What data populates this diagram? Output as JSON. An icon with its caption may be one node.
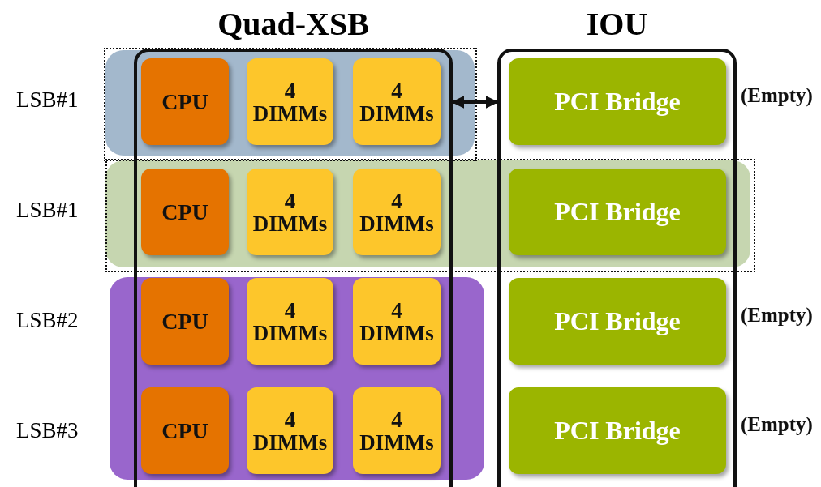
{
  "diagram": {
    "nodes": [
      {
        "text": [
          "Quad-XSB"
        ]
      },
      {
        "text": [
          "IOU"
        ]
      },
      {
        "text": [
          "CPU"
        ],
        "in": 0
      },
      {
        "text": [
          "4 DIMMs"
        ],
        "in": 0
      },
      {
        "text": [
          "4 DIMMs"
        ],
        "in": 0
      },
      {
        "text": [
          "PCI Bridge"
        ],
        "in": 1,
        "beside": [
          "(Empty)"
        ]
      },
      {
        "text": [
          "CPU"
        ],
        "in": 0
      },
      {
        "text": [
          "4 DIMMs"
        ],
        "in": 0
      },
      {
        "text": [
          "4 DIMMs"
        ],
        "in": 0
      },
      {
        "text": [
          "PCI Bridge"
        ],
        "in": 1
      },
      {
        "text": [
          "CPU"
        ],
        "in": 0
      },
      {
        "text": [
          "4 DIMMs"
        ],
        "in": 0
      },
      {
        "text": [
          "4 DIMMs"
        ],
        "in": 0
      },
      {
        "text": [
          "PCI Bridge"
        ],
        "in": 1,
        "beside": [
          "(Empty)"
        ]
      },
      {
        "text": [
          "CPU"
        ],
        "in": 0
      },
      {
        "text": [
          "4 DIMMs"
        ],
        "in": 0
      },
      {
        "text": [
          "4 DIMMs"
        ],
        "in": 0
      },
      {
        "text": [
          "PCI Bridge"
        ],
        "in": 1,
        "beside": [
          "(Empty)"
        ]
      }
    ],
    "edges": [
      {
        "from": 0,
        "to": 1,
        "arrow": "both"
      }
    ],
    "labels": [
      "LSB#1",
      "LSB#1",
      "LSB#2",
      "LSB#3"
    ]
  }
}
